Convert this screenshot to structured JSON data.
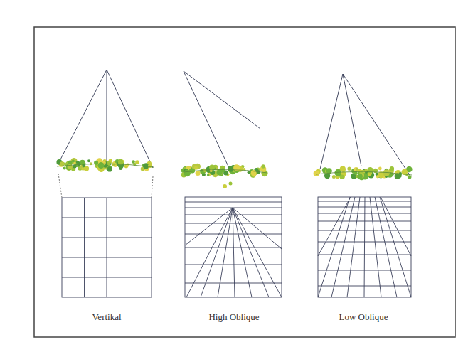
{
  "diagram": {
    "labels": [
      "Vertikal",
      "High Oblique",
      "Low Oblique"
    ]
  }
}
